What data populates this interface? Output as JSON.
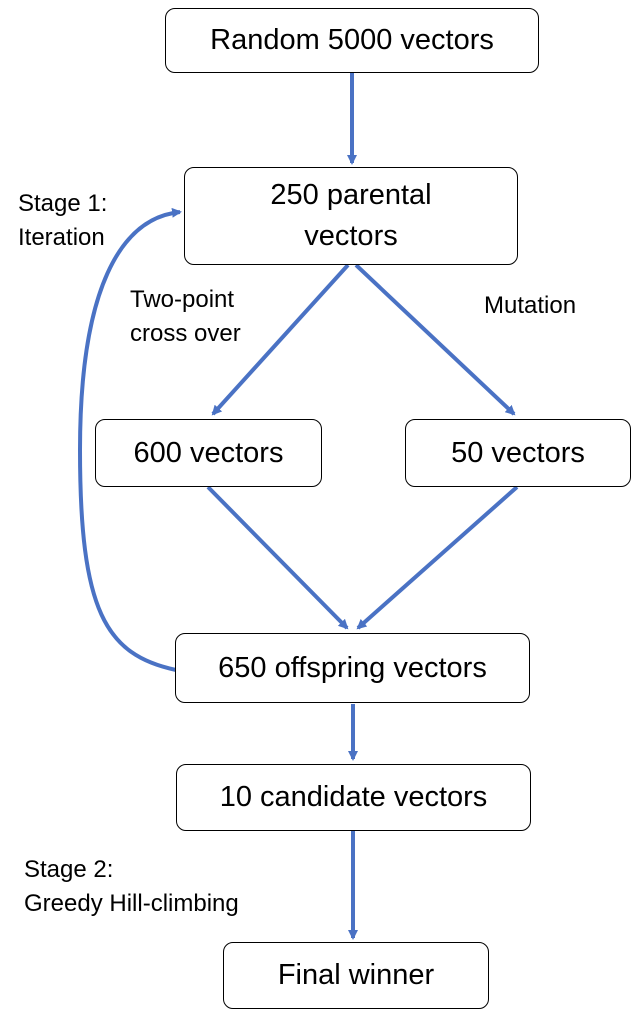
{
  "nodes": {
    "random": "Random 5000 vectors",
    "parental": "250 parental\nvectors",
    "crossover_result": "600 vectors",
    "mutation_result": "50 vectors",
    "offspring": "650 offspring vectors",
    "candidates": "10 candidate vectors",
    "winner": "Final winner"
  },
  "labels": {
    "stage1": "Stage 1:\nIteration",
    "crossover": "Two-point\ncross over",
    "mutation": "Mutation",
    "stage2": "Stage 2:\nGreedy Hill-climbing"
  },
  "colors": {
    "arrow": "#4a72c4",
    "box_border": "#000000"
  }
}
